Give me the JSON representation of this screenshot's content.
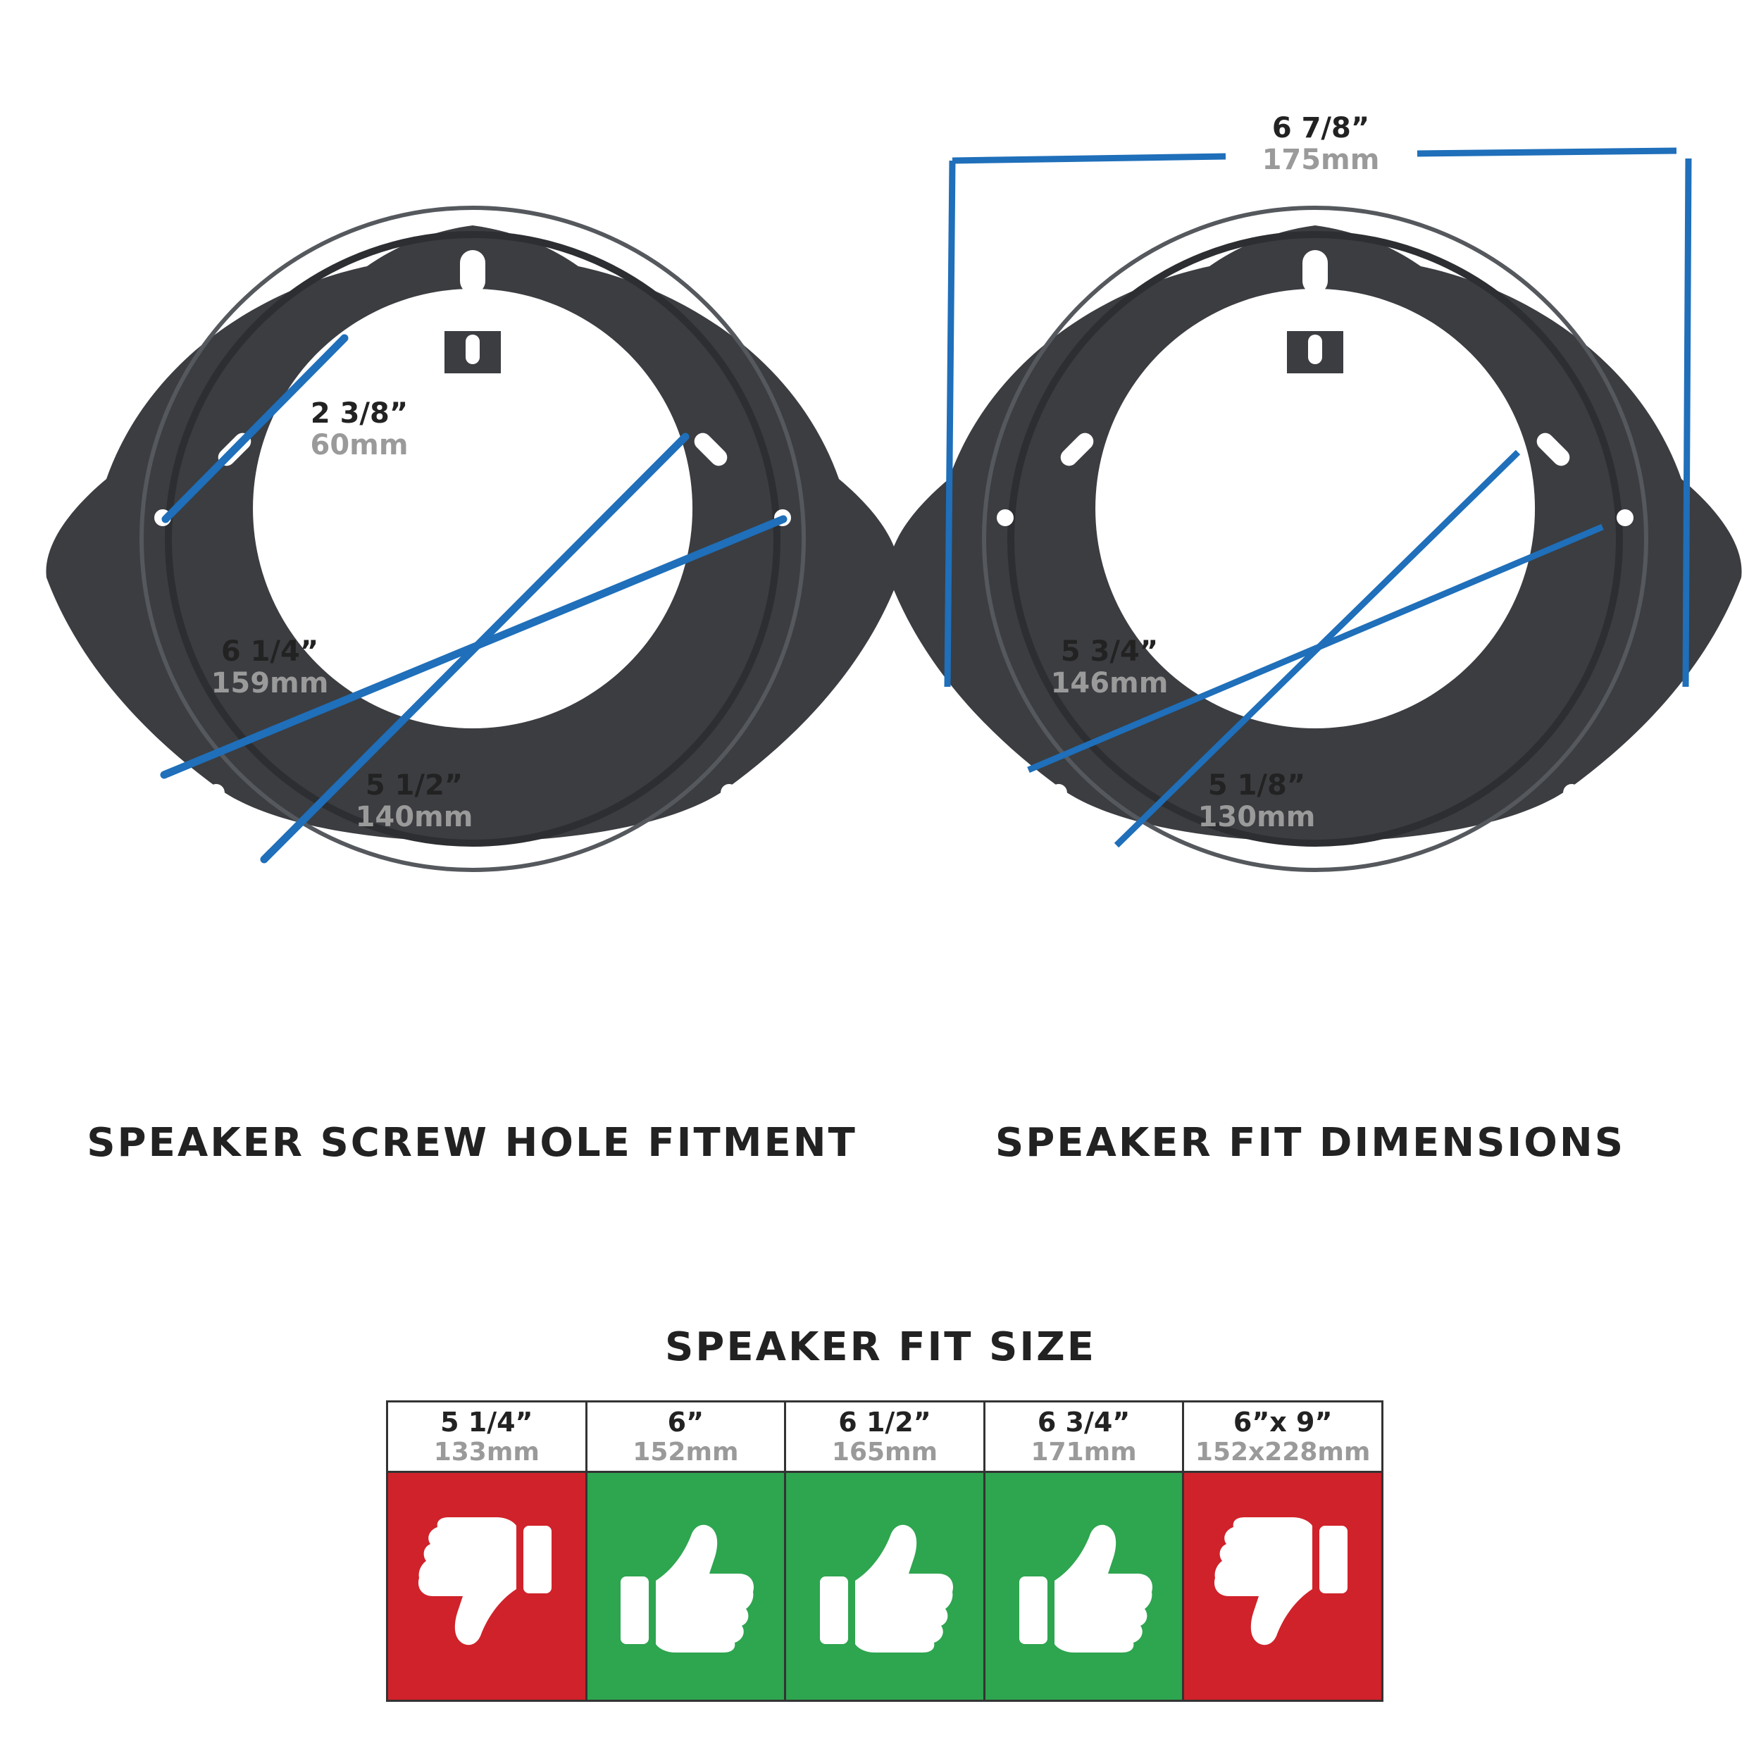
{
  "colors": {
    "accent_line": "#1f6fba",
    "plate": "#3b3d41",
    "fit_yes": "#2ea54f",
    "fit_no": "#d0222a",
    "mm_text": "#9a9a9a"
  },
  "left_diagram": {
    "caption": "SPEAKER SCREW HOLE FITMENT",
    "measurements": [
      {
        "inch": "2 3/8”",
        "mm": "60mm"
      },
      {
        "inch": "6 1/4”",
        "mm": "159mm"
      },
      {
        "inch": "5 1/2”",
        "mm": "140mm"
      }
    ]
  },
  "right_diagram": {
    "caption": "SPEAKER FIT DIMENSIONS",
    "measurements": [
      {
        "inch": "6 7/8”",
        "mm": "175mm"
      },
      {
        "inch": "5 3/4”",
        "mm": "146mm"
      },
      {
        "inch": "5 1/8”",
        "mm": "130mm"
      }
    ]
  },
  "fit_size": {
    "title": "SPEAKER FIT SIZE",
    "columns": [
      {
        "inch": "5 1/4”",
        "mm": "133mm",
        "fits": false,
        "icon": "thumbs-down-icon"
      },
      {
        "inch": "6”",
        "mm": "152mm",
        "fits": true,
        "icon": "thumbs-up-icon"
      },
      {
        "inch": "6 1/2”",
        "mm": "165mm",
        "fits": true,
        "icon": "thumbs-up-icon"
      },
      {
        "inch": "6 3/4”",
        "mm": "171mm",
        "fits": true,
        "icon": "thumbs-up-icon"
      },
      {
        "inch": "6”x 9”",
        "mm": "152x228mm",
        "fits": false,
        "icon": "thumbs-down-icon"
      }
    ]
  }
}
